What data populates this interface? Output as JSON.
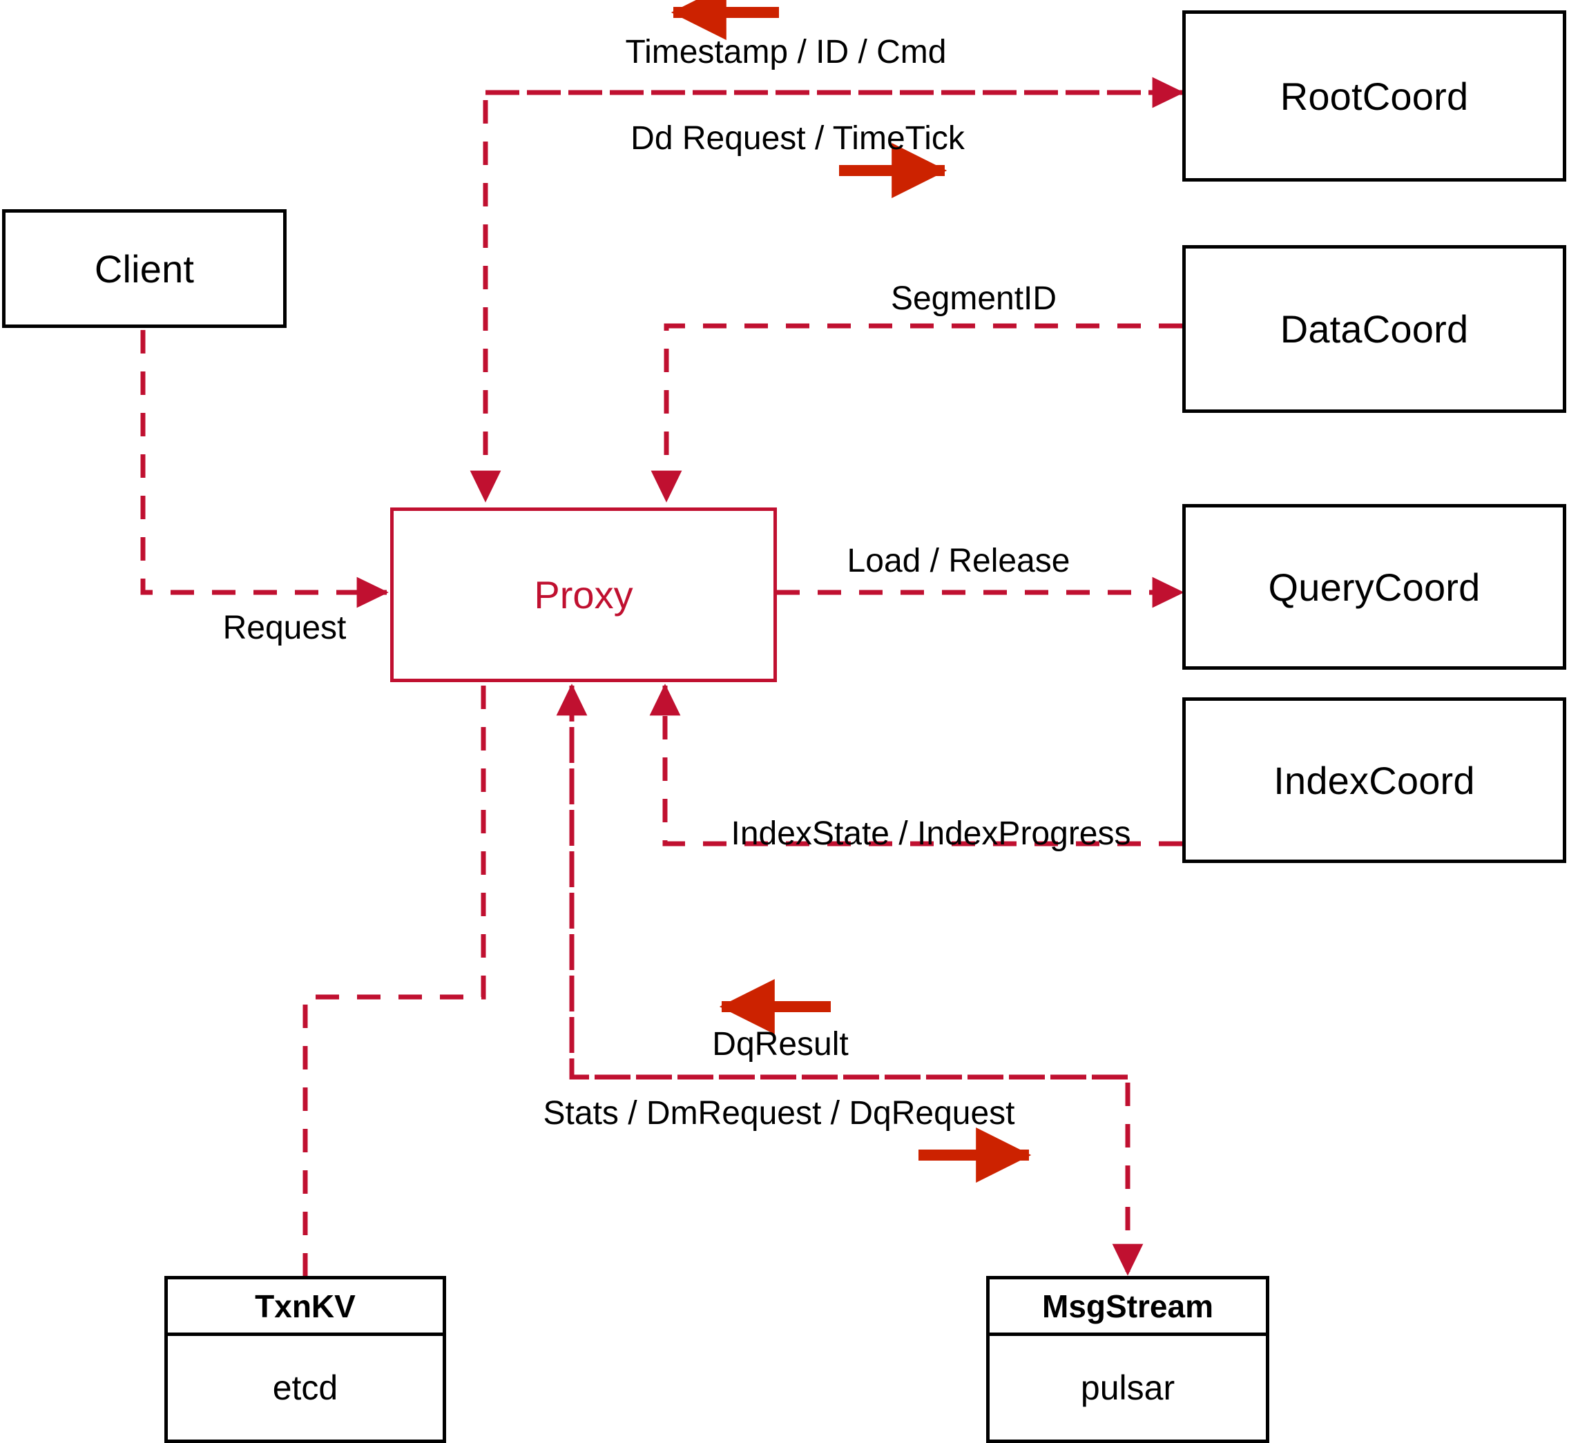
{
  "diagram": {
    "title": "Milvus Proxy architecture",
    "colors": {
      "node_stroke": "#000000",
      "proxy_stroke": "#c01030",
      "edge_dashed": "#c01030",
      "accent_arrow": "#cc2200",
      "background": "#ffffff",
      "text": "#000000"
    }
  },
  "nodes": {
    "client": {
      "label": "Client"
    },
    "proxy": {
      "label": "Proxy"
    },
    "root_coord": {
      "label": "RootCoord"
    },
    "data_coord": {
      "label": "DataCoord"
    },
    "query_coord": {
      "label": "QueryCoord"
    },
    "index_coord": {
      "label": "IndexCoord"
    },
    "txnkv": {
      "header": "TxnKV",
      "body": "etcd"
    },
    "msgstream": {
      "header": "MsgStream",
      "body": "pulsar"
    }
  },
  "edge_labels": {
    "timestamp_id_cmd": "Timestamp / ID / Cmd",
    "dd_request_timetick": "Dd Request / TimeTick",
    "segment_id": "SegmentID",
    "request": "Request",
    "load_release": "Load / Release",
    "index_state_progress": "IndexState / IndexProgress",
    "dq_result": "DqResult",
    "stats_dm_dq_request": "Stats / DmRequest / DqRequest"
  },
  "edges": [
    {
      "name": "rootcoord-to-proxy",
      "from": "RootCoord",
      "to": "Proxy",
      "labels": [
        "Timestamp / ID / Cmd"
      ],
      "direction": "left"
    },
    {
      "name": "proxy-to-rootcoord",
      "from": "Proxy",
      "to": "RootCoord",
      "labels": [
        "Dd Request / TimeTick"
      ],
      "direction": "right"
    },
    {
      "name": "datacoord-to-proxy",
      "from": "DataCoord",
      "to": "Proxy",
      "labels": [
        "SegmentID"
      ],
      "direction": "left"
    },
    {
      "name": "client-to-proxy",
      "from": "Client",
      "to": "Proxy",
      "labels": [
        "Request"
      ],
      "direction": "right"
    },
    {
      "name": "proxy-to-querycoord",
      "from": "Proxy",
      "to": "QueryCoord",
      "labels": [
        "Load / Release"
      ],
      "direction": "right"
    },
    {
      "name": "indexcoord-to-proxy",
      "from": "IndexCoord",
      "to": "Proxy",
      "labels": [
        "IndexState / IndexProgress"
      ],
      "direction": "left"
    },
    {
      "name": "msgstream-to-proxy",
      "from": "MsgStream",
      "to": "Proxy",
      "labels": [
        "DqResult"
      ],
      "direction": "left"
    },
    {
      "name": "proxy-to-msgstream",
      "from": "Proxy",
      "to": "MsgStream",
      "labels": [
        "Stats / DmRequest / DqRequest"
      ],
      "direction": "right"
    },
    {
      "name": "proxy-to-txnkv",
      "from": "Proxy",
      "to": "TxnKV",
      "labels": [],
      "direction": "down"
    }
  ]
}
